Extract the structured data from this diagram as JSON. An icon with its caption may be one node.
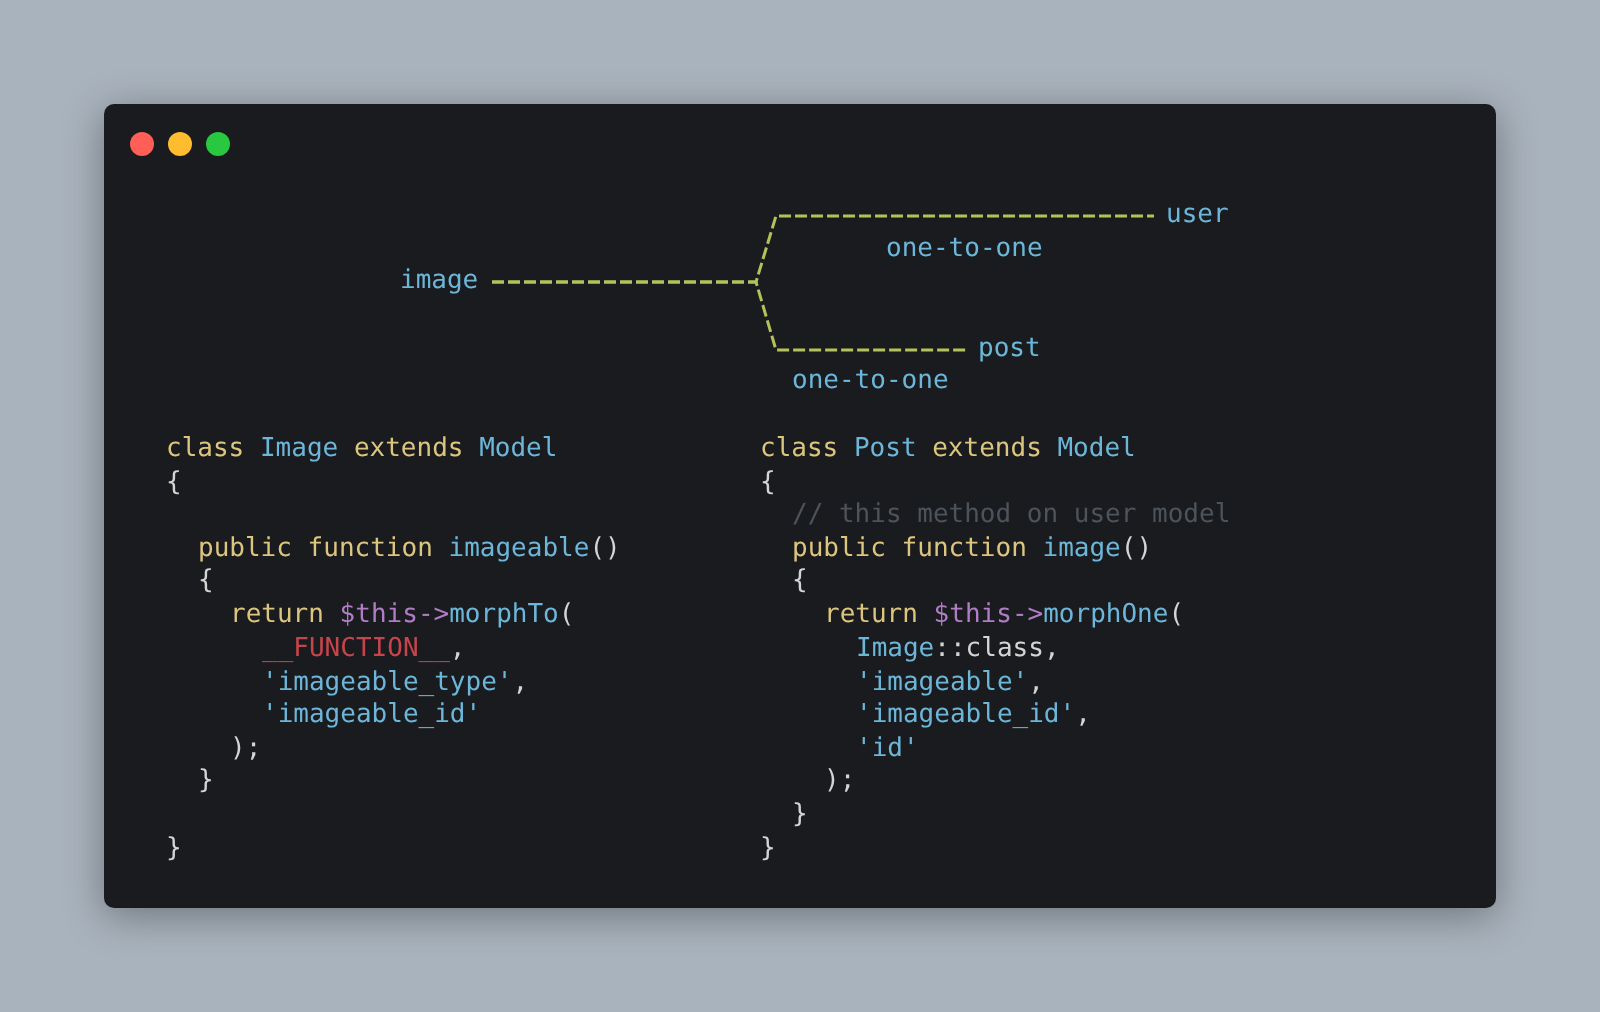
{
  "diagram": {
    "nodes": [
      {
        "text": [
          "image"
        ]
      },
      {
        "text": [
          "user"
        ]
      },
      {
        "text": [
          "post"
        ]
      }
    ],
    "edges": [
      {
        "from": 0,
        "to": 1,
        "arrow": "none",
        "style": "dashed",
        "label": "one-to-one"
      },
      {
        "from": 0,
        "to": 2,
        "arrow": "none",
        "style": "dashed",
        "label": "one-to-one"
      }
    ],
    "labels": [
      "class Image extends Model",
      "{",
      "public function imageable()",
      "{",
      "return $this->morphTo(",
      "__FUNCTION__,",
      "'imageable_type',",
      "'imageable_id'",
      ");",
      "}",
      "}",
      "class Post extends Model",
      "{",
      "// this method on user model",
      "public function image()",
      "{",
      "return $this->morphOne(",
      "Image::class,",
      "'imageable',",
      "'imageable_id',",
      "'id'",
      ");",
      "}",
      "}"
    ]
  }
}
